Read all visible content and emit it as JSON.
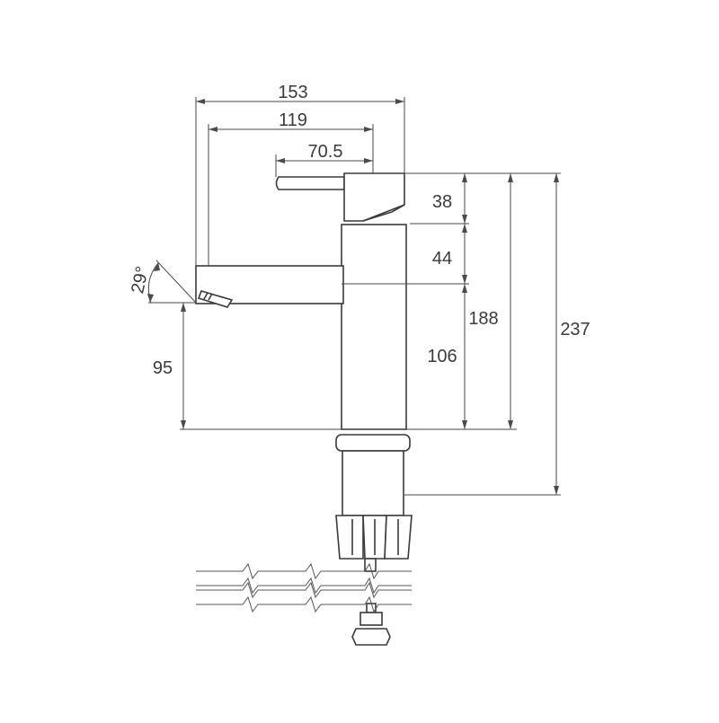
{
  "drawing": {
    "dimensions": {
      "overall_width": "153",
      "spout_reach": "119",
      "lever_offset": "70.5",
      "lever_height": "38",
      "upper_body": "44",
      "lower_body": "106",
      "body_height": "188",
      "total_height": "237",
      "spout_height": "95",
      "spout_angle": "29°"
    }
  }
}
